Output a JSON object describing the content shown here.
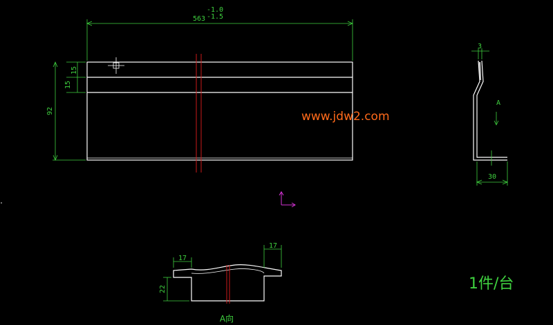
{
  "colors": {
    "background": "#000000",
    "outline": "#ffffff",
    "dimension": "#3fd13f",
    "centerline": "#cc1a1a",
    "watermark": "#ff6a1a",
    "ucs": "#d633d6"
  },
  "front_view": {
    "overall_width": "563",
    "width_tolerance_upper": "-1.0",
    "width_tolerance_lower": "-1.5",
    "top_band": "15",
    "second_band": "15",
    "height": "92"
  },
  "side_view": {
    "thickness": "3",
    "flange_width": "30",
    "view_arrow_label": "A"
  },
  "section_view": {
    "left_step": "17",
    "right_step": "17",
    "depth": "22",
    "title": "A向"
  },
  "watermark": "www.jdw2.com",
  "quantity_note": "1件/台"
}
